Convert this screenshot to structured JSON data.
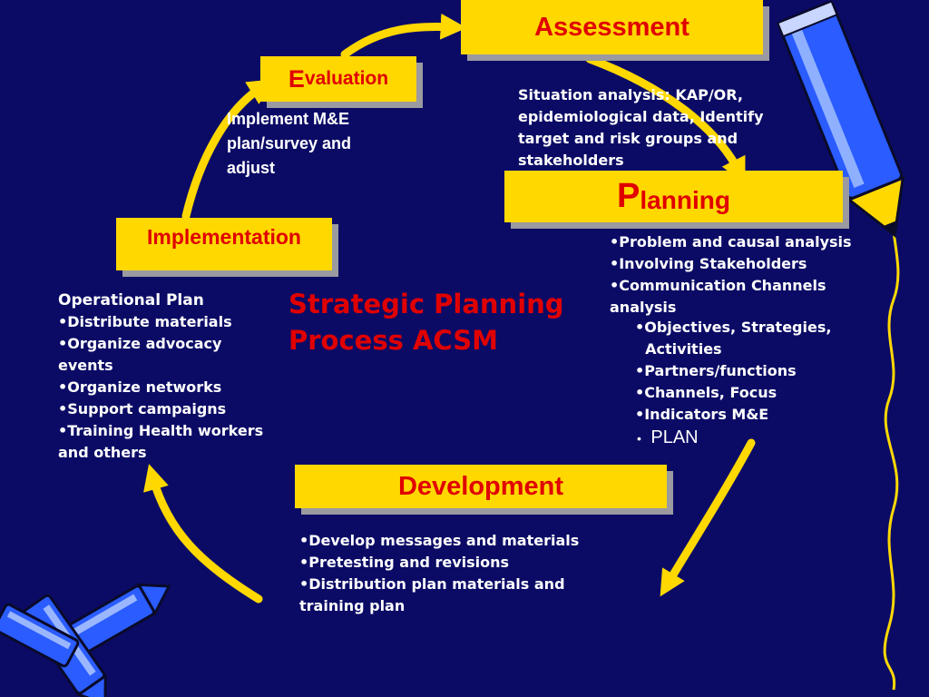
{
  "colors": {
    "background": "#0b0b66",
    "box_fill": "#ffd800",
    "heading_red": "#e00000",
    "arrow": "#ffd800",
    "text": "#ffffff"
  },
  "title": {
    "line1": "Strategic Planning",
    "line2": "Process ACSM"
  },
  "stages": {
    "assessment": {
      "label": "Assessment"
    },
    "evaluation": {
      "first_letter": "E",
      "rest": "valuation"
    },
    "planning": {
      "first_letter": "P",
      "rest": "lanning"
    },
    "implementation": {
      "label": "Implementation"
    },
    "development": {
      "label": "Development"
    }
  },
  "assessment_text": [
    "Situation analysis: KAP/OR,",
    "epidemiological data, Identify",
    "target and risk groups and",
    "stakeholders"
  ],
  "evaluation_text": [
    "Implement M&E",
    "plan/survey and",
    "adjust"
  ],
  "planning_list": [
    "•Problem and causal analysis",
    "•Involving Stakeholders",
    "•Communication Channels",
    "analysis"
  ],
  "planning_sublist": [
    "•Objectives, Strategies,",
    "  Activities",
    "•Partners/functions",
    "•Channels, Focus",
    "•Indicators M&E"
  ],
  "planning_plan": {
    "bullet": "•",
    "label": "PLAN"
  },
  "implementation_text": [
    "Operational Plan",
    "•Distribute materials",
    "•Organize advocacy",
    "events",
    "•Organize networks",
    "•Support campaigns",
    "•Training Health workers",
    "and others"
  ],
  "development_list": [
    "•Develop messages and materials",
    "•Pretesting and revisions",
    "•Distribution plan materials and",
    "training plan"
  ],
  "icons": [
    "pencil-icon",
    "crayons-icon",
    "curved-arrow-icon"
  ]
}
